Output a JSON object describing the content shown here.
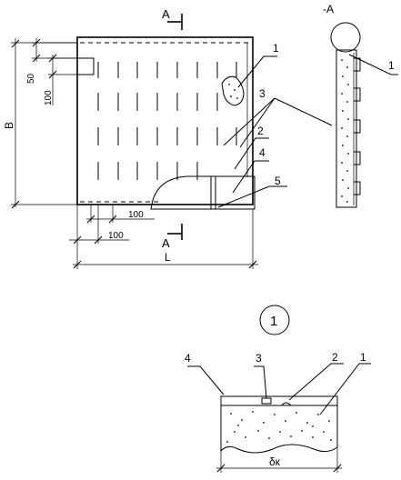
{
  "diagram": {
    "section_label_top": "A",
    "section_label_bottom": "A",
    "section_view_title": "-A",
    "dim_50": "50",
    "dim_100_vertical": "100",
    "dim_B": "B",
    "dim_100_inner": "100",
    "dim_100_outer": "100",
    "dim_L": "L",
    "callout_1": "1",
    "callout_2": "2",
    "callout_3": "3",
    "callout_4": "4",
    "callout_5": "5",
    "side_callout_1": "1",
    "detail_circle_label": "1",
    "detail_callout_1": "1",
    "detail_callout_2": "2",
    "detail_callout_3": "3",
    "detail_callout_4": "4",
    "dim_thickness": "δк"
  }
}
